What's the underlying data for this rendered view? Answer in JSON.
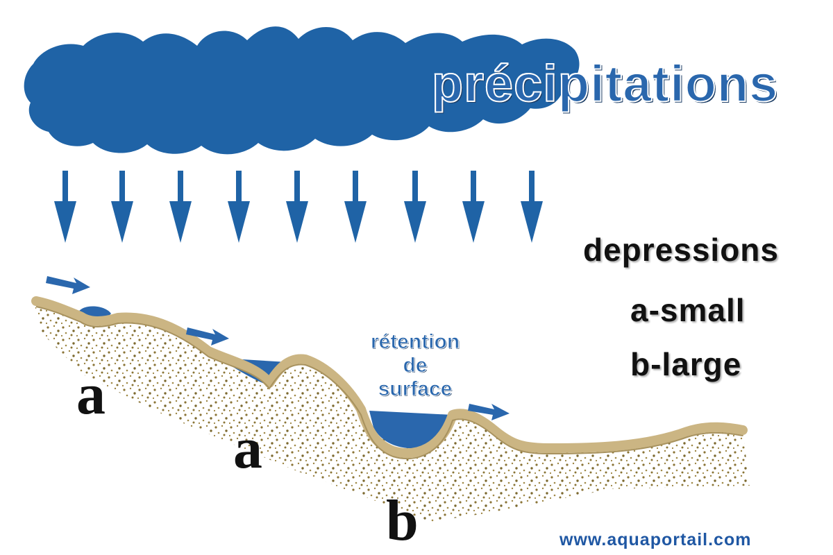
{
  "title": "précipitations",
  "legend": {
    "heading": "depressions",
    "item_a": "a-small",
    "item_b": "b-large"
  },
  "depression_labels": [
    "a",
    "a",
    "b"
  ],
  "retention_label": [
    "rétention",
    "de",
    "surface"
  ],
  "credit": "www.aquaportail.com",
  "colors": {
    "water_blue": "#2a67ad",
    "ground_tan": "#cbb583",
    "soil_dots": "#8a7436",
    "text_dark": "#111111"
  },
  "icons": [
    "cloud-icon",
    "rain-arrow-icon",
    "runoff-arrow-icon"
  ]
}
